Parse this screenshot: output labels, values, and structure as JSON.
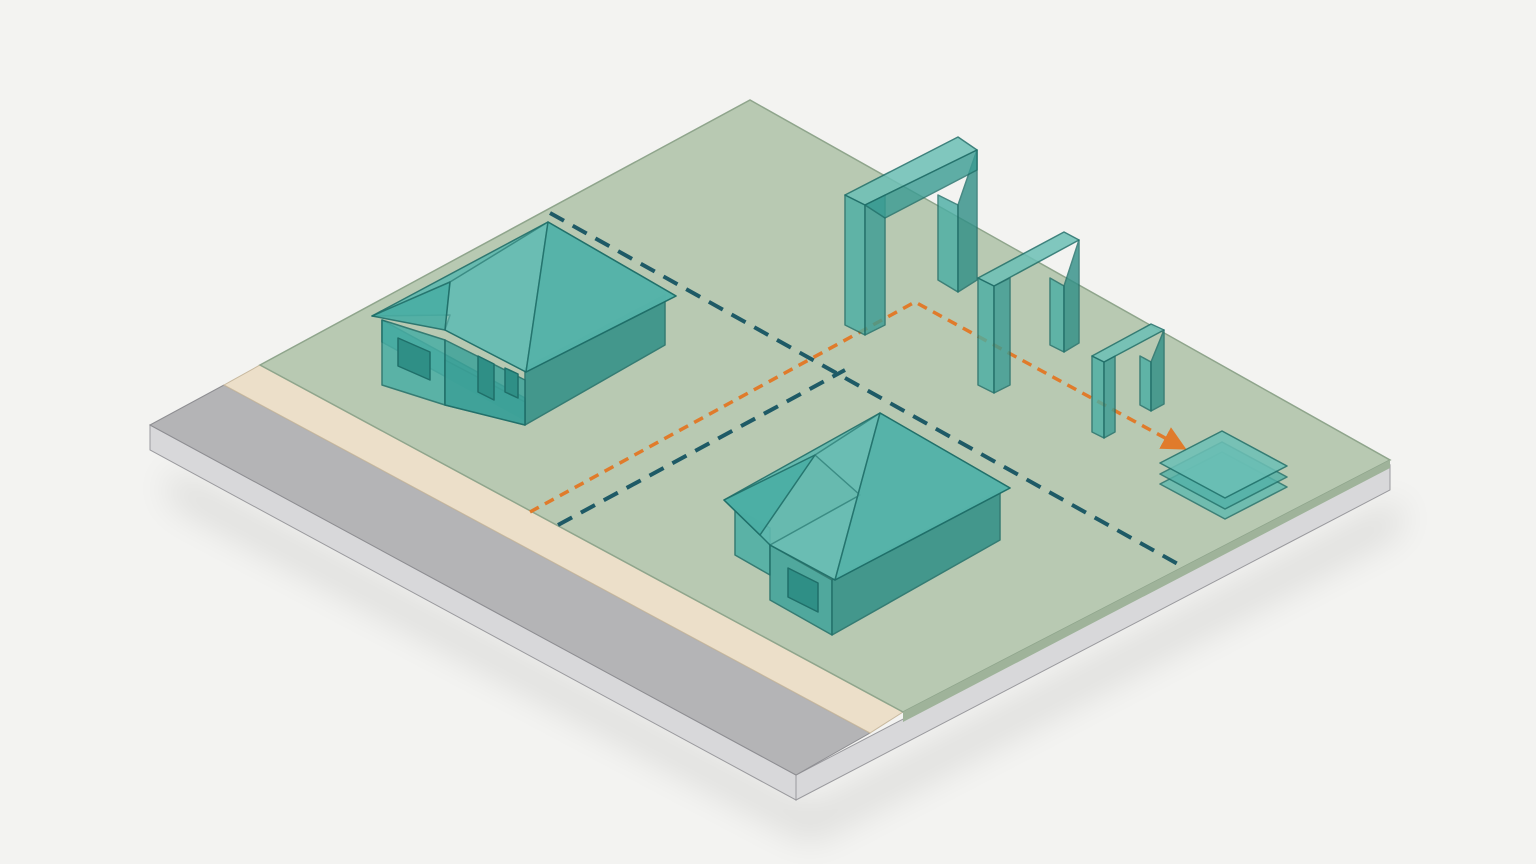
{
  "diagram": {
    "kind": "isometric-site-plan",
    "colors": {
      "background": "#f3f3f1",
      "lawn": "#b8c9b2",
      "lawn_edge": "#8fa58c",
      "sidewalk": "#ecdfc9",
      "road_top": "#b4b4b6",
      "road_side": "#cfcfd2",
      "slab_side": "#d8d8da",
      "building_fill": "#4aaea4",
      "building_dark": "#2f8f86",
      "building_stroke": "#1f6f69",
      "boundary_line": "#1e5a66",
      "route_line": "#e07b2b"
    },
    "elements": [
      {
        "name": "house",
        "count": 2
      },
      {
        "name": "gate-arch",
        "count": 3
      },
      {
        "name": "stacked-layers",
        "count": 1
      },
      {
        "name": "lot-boundary-dashed-line",
        "count": 2
      },
      {
        "name": "route-dashed-arrow",
        "count": 1
      }
    ]
  }
}
